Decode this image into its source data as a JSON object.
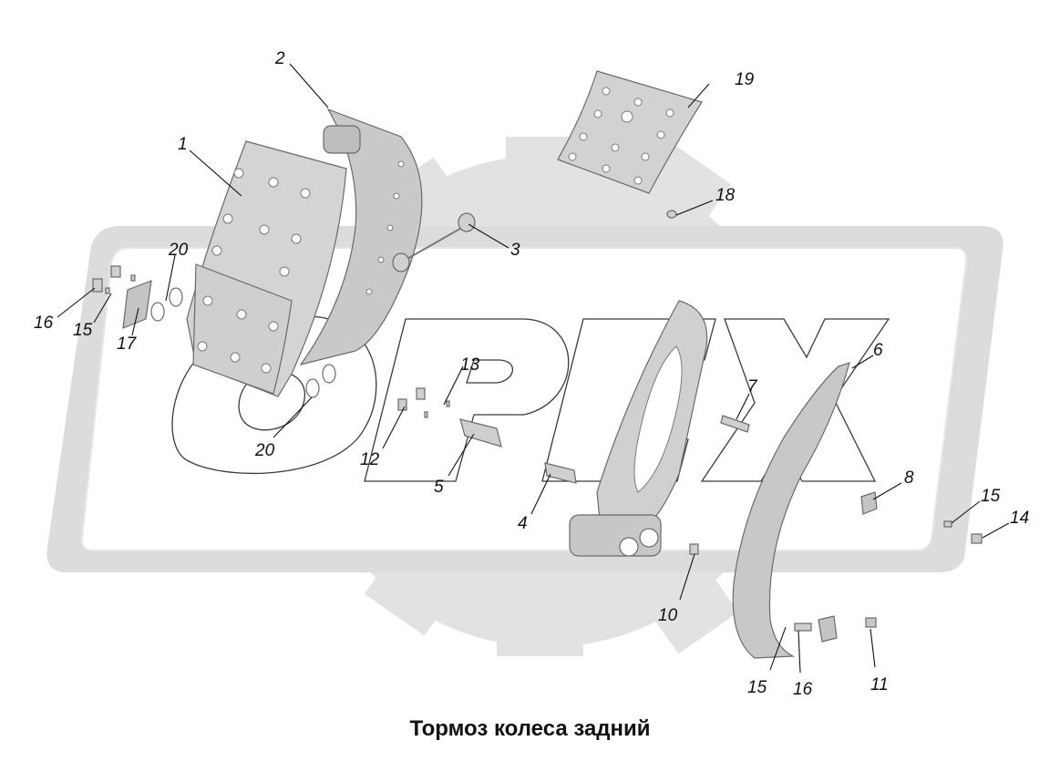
{
  "title": "Тормоз колеса задний",
  "watermark": {
    "text": "ОРЕХ"
  },
  "colors": {
    "watermark_gray": "#dedede",
    "part_fill": "#d6d6d6",
    "part_dark": "#a9a9a9",
    "text": "#111111"
  },
  "callouts": [
    {
      "id": "c1",
      "label": "1"
    },
    {
      "id": "c2",
      "label": "2"
    },
    {
      "id": "c3",
      "label": "3"
    },
    {
      "id": "c4",
      "label": "4"
    },
    {
      "id": "c5",
      "label": "5"
    },
    {
      "id": "c6",
      "label": "6"
    },
    {
      "id": "c7",
      "label": "7"
    },
    {
      "id": "c8",
      "label": "8"
    },
    {
      "id": "c10",
      "label": "10"
    },
    {
      "id": "c11",
      "label": "11"
    },
    {
      "id": "c12",
      "label": "12"
    },
    {
      "id": "c13",
      "label": "13"
    },
    {
      "id": "c14",
      "label": "14"
    },
    {
      "id": "c15a",
      "label": "15"
    },
    {
      "id": "c15b",
      "label": "15"
    },
    {
      "id": "c15c",
      "label": "15"
    },
    {
      "id": "c16a",
      "label": "16"
    },
    {
      "id": "c16b",
      "label": "16"
    },
    {
      "id": "c17",
      "label": "17"
    },
    {
      "id": "c18",
      "label": "18"
    },
    {
      "id": "c19",
      "label": "19"
    },
    {
      "id": "c20a",
      "label": "20"
    },
    {
      "id": "c20b",
      "label": "20"
    }
  ]
}
